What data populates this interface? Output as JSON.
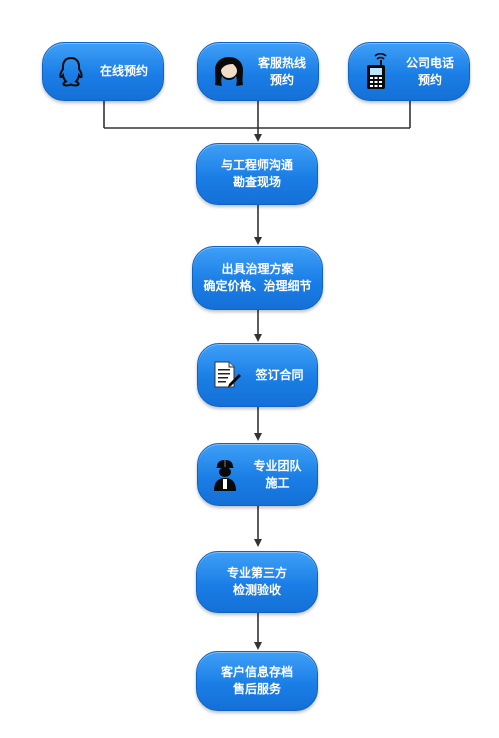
{
  "colors": {
    "node_fill": "#1a7ee6",
    "node_border": "#0f63c4",
    "connector": "#333333",
    "label": "#ffffff"
  },
  "top_nodes": [
    {
      "icon": "qq-penguin-icon",
      "lines": [
        "在线预约"
      ]
    },
    {
      "icon": "customer-service-avatar-icon",
      "lines": [
        "客服热线",
        "预约"
      ]
    },
    {
      "icon": "mobile-phone-icon",
      "lines": [
        "公司电话",
        "预约"
      ]
    }
  ],
  "steps": [
    {
      "icon": null,
      "lines": [
        "与工程师沟通",
        "勘查现场"
      ]
    },
    {
      "icon": null,
      "lines": [
        "出具治理方案",
        "确定价格、治理细节"
      ]
    },
    {
      "icon": "document-sign-icon",
      "lines": [
        "签订合同"
      ]
    },
    {
      "icon": "worker-helmet-icon",
      "lines": [
        "专业团队",
        "施工"
      ]
    },
    {
      "icon": null,
      "lines": [
        "专业第三方",
        "检测验收"
      ]
    },
    {
      "icon": null,
      "lines": [
        "客户信息存档",
        "售后服务"
      ]
    }
  ]
}
